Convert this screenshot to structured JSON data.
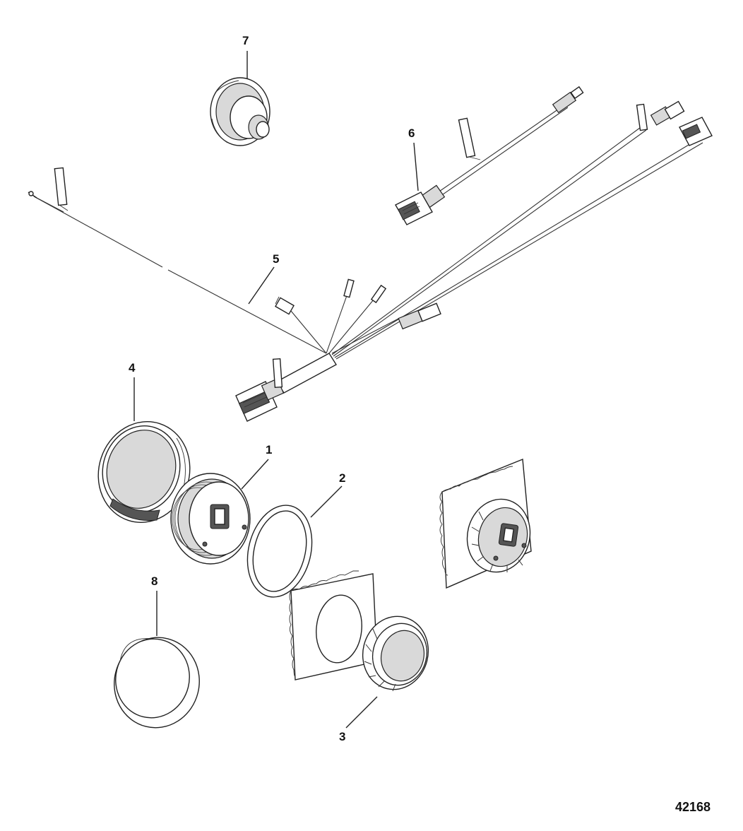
{
  "callouts": {
    "c1": "1",
    "c2": "2",
    "c3": "3",
    "c4": "4",
    "c5": "5",
    "c6": "6",
    "c7": "7",
    "c8": "8"
  },
  "figure_number": "42168"
}
